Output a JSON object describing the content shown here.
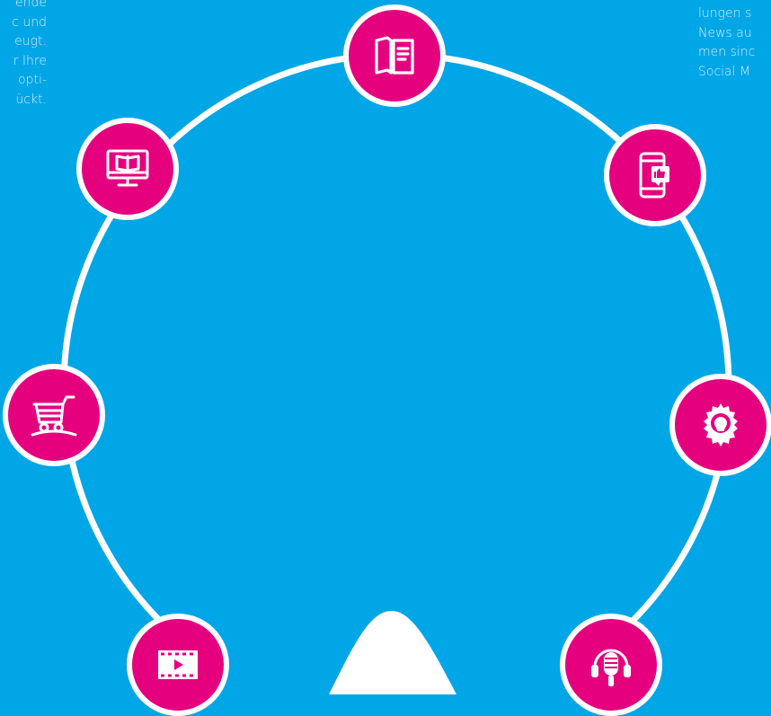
{
  "left_text": {
    "lines": [
      "ende",
      "c und",
      "eugt.",
      "r Ihre",
      "opti-",
      "ückt."
    ]
  },
  "right_text": {
    "lines": [
      "lungen s",
      "News au",
      "men sinc",
      "Social M"
    ]
  },
  "colors": {
    "background": "#00A6E6",
    "node_fill": "#E5007E",
    "ring": "#FFFFFF",
    "text": "#CFEFFF"
  },
  "nodes": [
    {
      "id": "book",
      "icon": "open-book-document-icon"
    },
    {
      "id": "monitor",
      "icon": "monitor-ebook-icon"
    },
    {
      "id": "phone",
      "icon": "smartphone-like-icon"
    },
    {
      "id": "cart",
      "icon": "shopping-cart-icon"
    },
    {
      "id": "idea",
      "icon": "lightbulb-gear-icon"
    },
    {
      "id": "video",
      "icon": "video-play-icon"
    },
    {
      "id": "podcast",
      "icon": "microphone-headphones-icon"
    }
  ]
}
